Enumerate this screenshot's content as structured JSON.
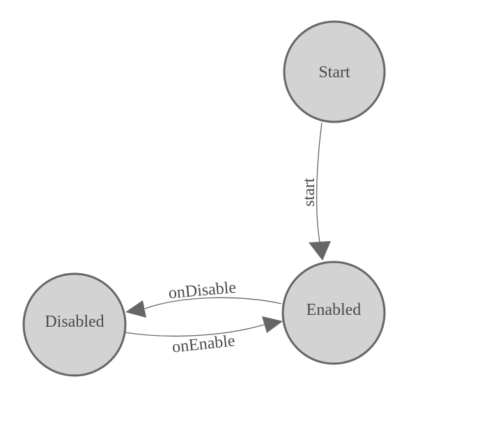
{
  "diagram": {
    "type": "state-machine",
    "canvas_background": "#ffffff",
    "node_fill_color": "#d3d3d3",
    "node_stroke_color": "#666666",
    "edge_color": "#666666",
    "text_color": "#4a4a4a",
    "nodes": [
      {
        "id": "start",
        "label": "Start"
      },
      {
        "id": "enabled",
        "label": "Enabled"
      },
      {
        "id": "disabled",
        "label": "Disabled"
      }
    ],
    "edges": [
      {
        "from": "start",
        "to": "enabled",
        "label": "start"
      },
      {
        "from": "enabled",
        "to": "disabled",
        "label": "onDisable"
      },
      {
        "from": "disabled",
        "to": "enabled",
        "label": "onEnable"
      }
    ]
  }
}
